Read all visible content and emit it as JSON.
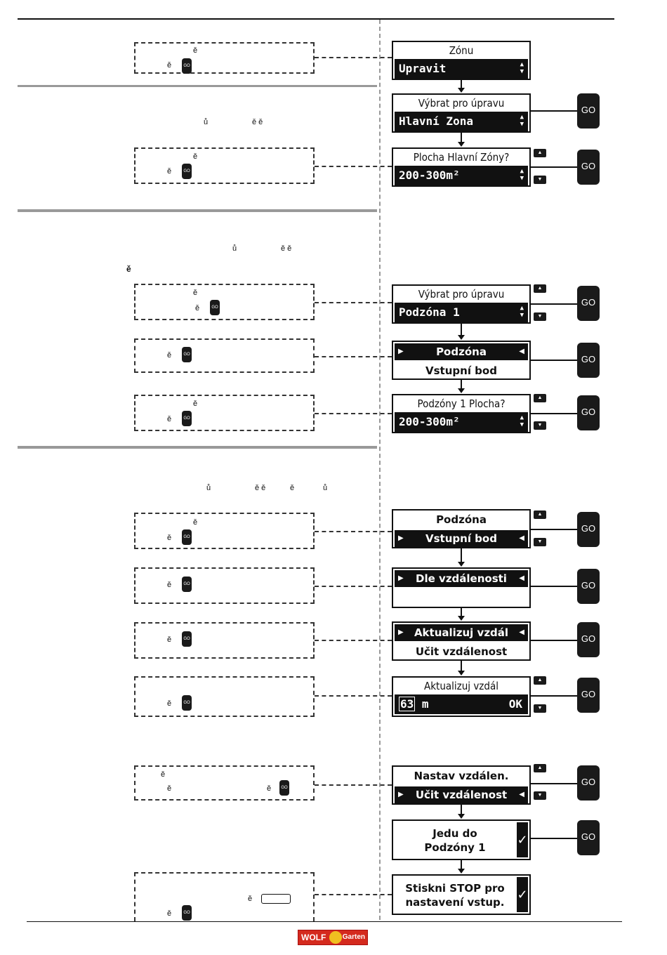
{
  "left": {
    "fragments": [
      "ě",
      "ě",
      "ů",
      "ě ě",
      "ě",
      "ě",
      "ů",
      "ě ě",
      "ě",
      "ě",
      "ě",
      "ě",
      "ě",
      "ě",
      "ů",
      "ě ě",
      "ě",
      "ů",
      "ě",
      "ě",
      "ě",
      "ě",
      "ě",
      "ě",
      "ě",
      "ě",
      "ě",
      "ě"
    ],
    "go_label": "GO"
  },
  "screens": {
    "s1": {
      "title": "Zónu",
      "value": "Upravit"
    },
    "s2": {
      "title": "Výbrat pro úpravu",
      "value": "Hlavní Zona"
    },
    "s3": {
      "title": "Plocha Hlavní Zóny?",
      "value": "200-300m²"
    },
    "s4": {
      "title": "Výbrat pro úpravu",
      "value": "Podzóna 1"
    },
    "s5": {
      "selected": "Podzóna",
      "other": "Vstupní bod"
    },
    "s6": {
      "title": "Podzóny 1 Plocha?",
      "value": "200-300m²"
    },
    "s7": {
      "other": "Podzóna",
      "selected": "Vstupní bod"
    },
    "s8": {
      "selected": "Dle vzdálenosti"
    },
    "s9": {
      "selected": "Aktualizuj vzdál",
      "other": "Učit vzdálenost"
    },
    "s10": {
      "title": "Aktualizuj vzdál",
      "num": "63",
      "unit": "m",
      "ok": "OK"
    },
    "s11": {
      "other": "Nastav vzdálen.",
      "selected": "Učit vzdálenost"
    },
    "s12": {
      "line1": "Jedu do",
      "line2": "Podzóny 1"
    },
    "s13": {
      "line1": "Stiskni STOP pro",
      "line2": "nastavení vstup."
    }
  },
  "go_button": "GO",
  "logo": {
    "left": "WOLF",
    "right": "Garten"
  }
}
